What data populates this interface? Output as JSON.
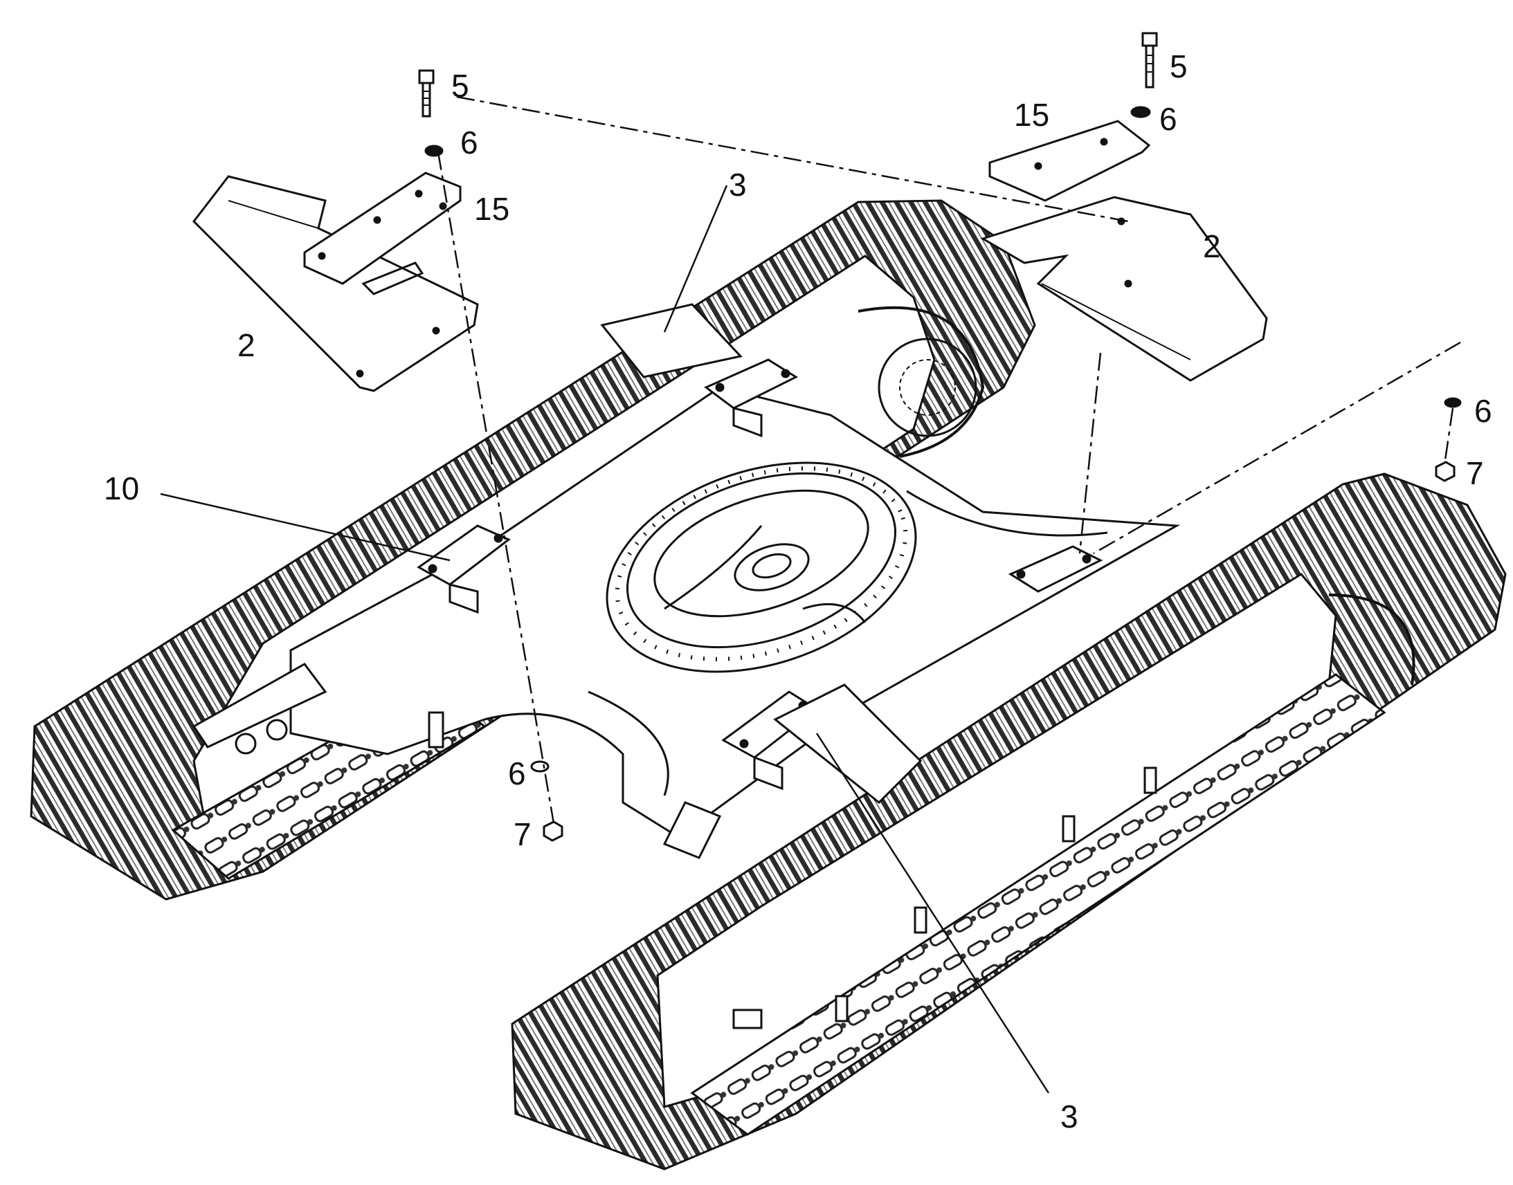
{
  "colors": {
    "line": "#111111",
    "fill": "#ffffff",
    "shade": "#d9d9d9",
    "dark": "#3a3a3a"
  },
  "labels": {
    "l5_left": "5",
    "l6_left_top": "6",
    "l15_left": "15",
    "l2_left": "2",
    "l3_top": "3",
    "l10": "10",
    "l6_left_bottom": "6",
    "l7_left": "7",
    "l5_right": "5",
    "l6_right_top": "6",
    "l15_right": "15",
    "l2_right": "2",
    "l6_right_side": "6",
    "l7_right": "7",
    "l3_bottom": "3"
  }
}
